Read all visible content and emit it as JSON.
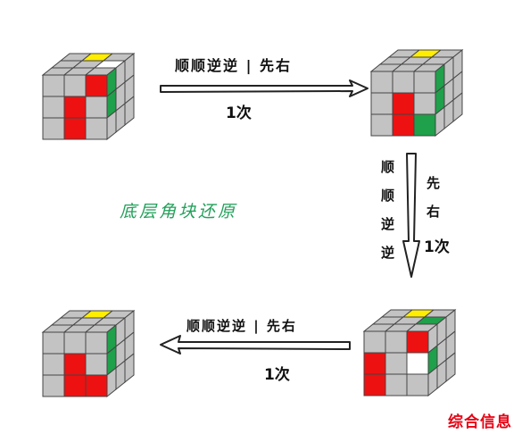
{
  "colors": {
    "gray": "#c3c3c3",
    "yellow": "#ffee00",
    "red": "#ee1111",
    "green": "#1fa04a",
    "white": "#ffffff",
    "title_green": "#22a05a",
    "watermark_red": "#e60012"
  },
  "labels": {
    "top_alg": "顺顺逆逆 | 先右",
    "top_count": "1次",
    "right_alg_col1": [
      "顺",
      "顺",
      "逆",
      "逆"
    ],
    "right_alg_col2": [
      "先",
      "右"
    ],
    "right_count": "1次",
    "bottom_alg": "顺顺逆逆 | 先右",
    "bottom_count": "1次",
    "title": "底层角块还原",
    "watermark": "综合信息"
  },
  "cubes": {
    "top_left": {
      "top": [
        "gray",
        "yellow",
        "gray",
        "gray",
        "gray",
        "white",
        "gray",
        "gray",
        "gray"
      ],
      "front": [
        "gray",
        "gray",
        "red",
        "gray",
        "red",
        "gray",
        "gray",
        "red",
        "gray"
      ],
      "right": [
        "green",
        "gray",
        "gray",
        "green",
        "gray",
        "gray",
        "gray",
        "gray",
        "gray"
      ]
    },
    "top_right": {
      "top": [
        "gray",
        "yellow",
        "gray",
        "gray",
        "gray",
        "gray",
        "gray",
        "gray",
        "gray"
      ],
      "front": [
        "gray",
        "gray",
        "gray",
        "gray",
        "red",
        "gray",
        "gray",
        "red",
        "green"
      ],
      "right": [
        "green",
        "gray",
        "gray",
        "green",
        "gray",
        "gray",
        "gray",
        "gray",
        "gray"
      ]
    },
    "bottom_right": {
      "top": [
        "gray",
        "yellow",
        "gray",
        "gray",
        "gray",
        "green",
        "gray",
        "gray",
        "gray"
      ],
      "front": [
        "gray",
        "gray",
        "red",
        "red",
        "gray",
        "white",
        "red",
        "gray",
        "gray"
      ],
      "right": [
        "gray",
        "gray",
        "gray",
        "green",
        "gray",
        "gray",
        "gray",
        "gray",
        "gray"
      ]
    },
    "bottom_left": {
      "top": [
        "gray",
        "yellow",
        "gray",
        "gray",
        "gray",
        "gray",
        "gray",
        "gray",
        "gray"
      ],
      "front": [
        "gray",
        "gray",
        "gray",
        "gray",
        "red",
        "gray",
        "gray",
        "red",
        "red"
      ],
      "right": [
        "green",
        "gray",
        "gray",
        "green",
        "gray",
        "gray",
        "gray",
        "gray",
        "gray"
      ]
    }
  }
}
